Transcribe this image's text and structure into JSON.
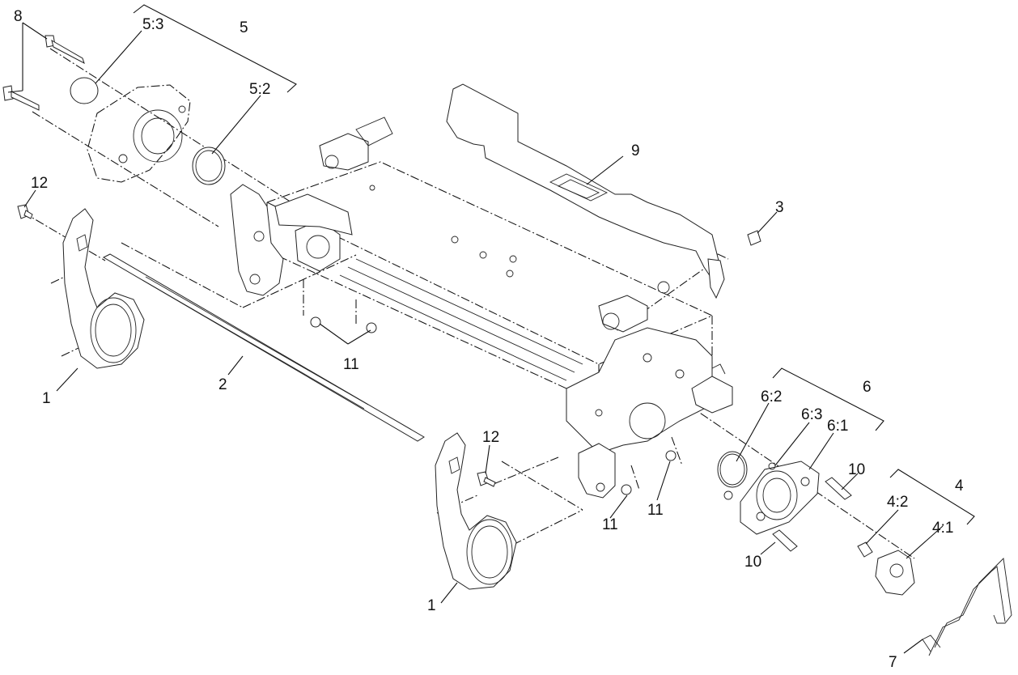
{
  "diagram": {
    "background": "#ffffff",
    "line_color": "#111111",
    "callouts": {
      "c1a": "1",
      "c1b": "1",
      "c2": "2",
      "c3": "3",
      "c4": "4",
      "c4_1": "4:1",
      "c4_2": "4:2",
      "c5": "5",
      "c5_2": "5:2",
      "c5_3": "5:3",
      "c6": "6",
      "c6_1": "6:1",
      "c6_2": "6:2",
      "c6_3": "6:3",
      "c7": "7",
      "c8": "8",
      "c9": "9",
      "c10a": "10",
      "c10b": "10",
      "c11a": "11",
      "c11b": "11",
      "c11c": "11",
      "c12a": "12",
      "c12b": "12"
    }
  }
}
